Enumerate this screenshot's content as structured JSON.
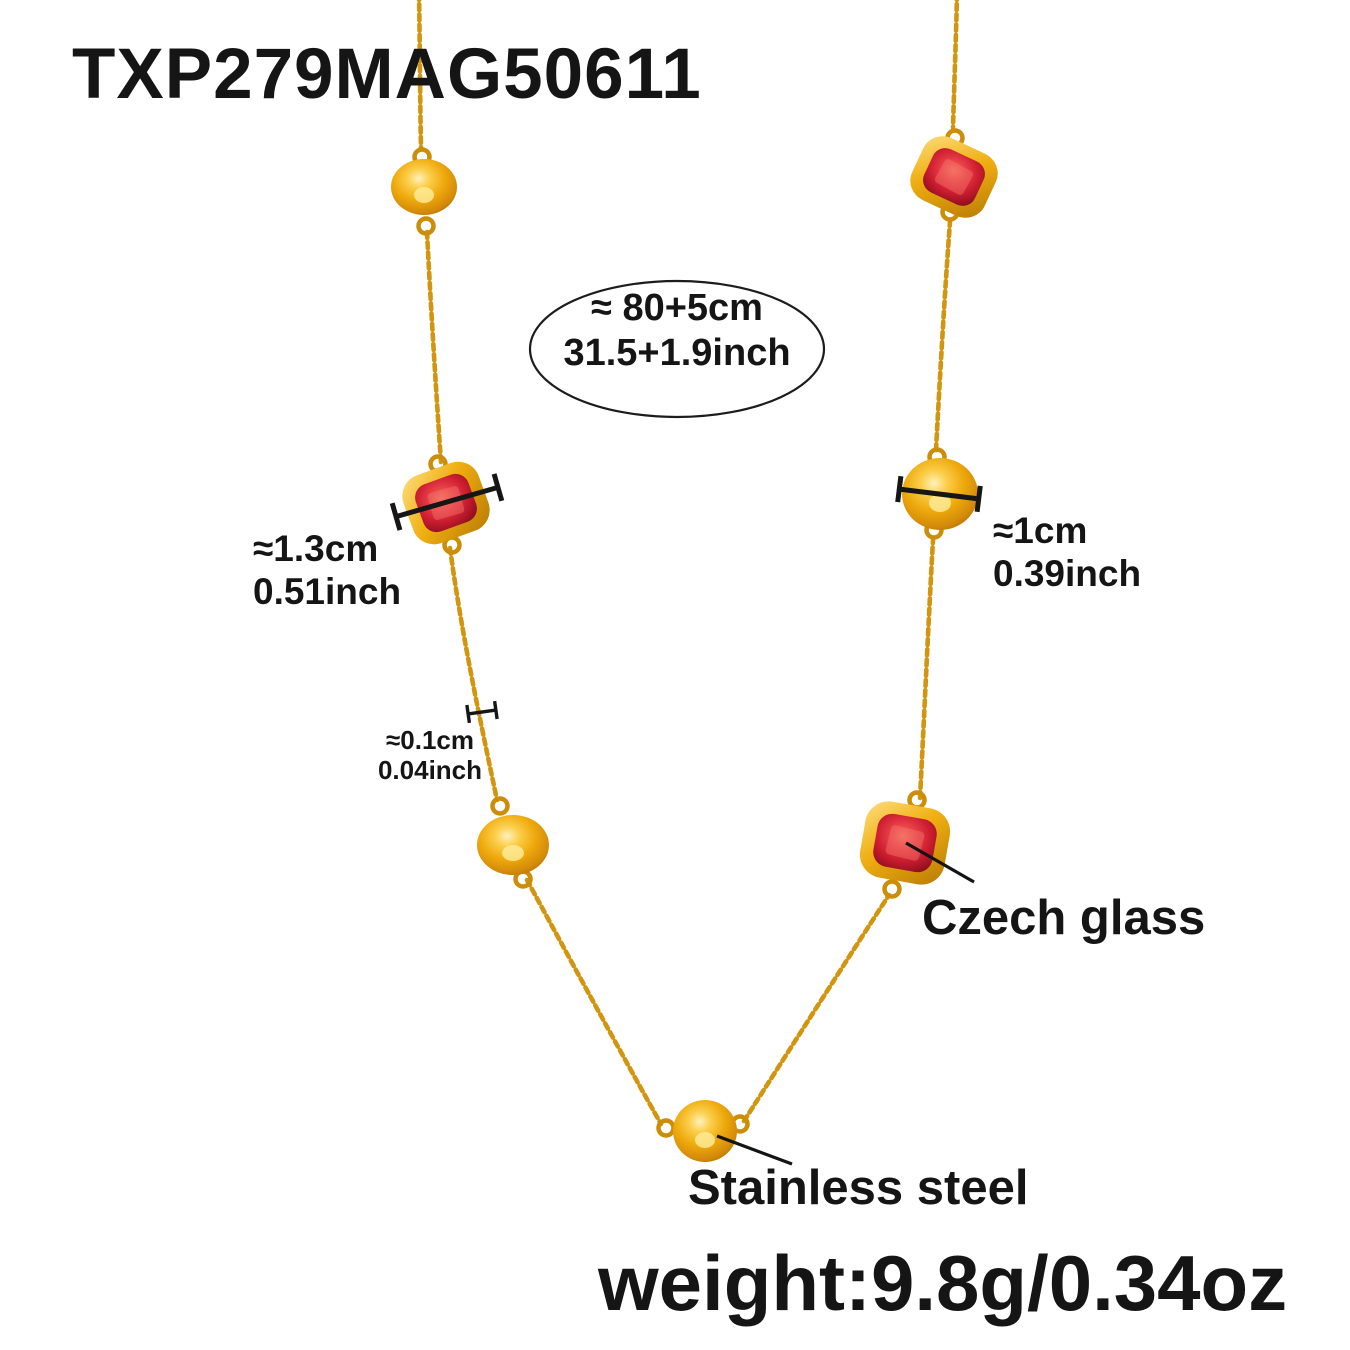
{
  "product": {
    "code": "TXP279MAG50611",
    "weight_label": "weight:9.8g/0.34oz"
  },
  "annotations": {
    "total_length": {
      "line1": "≈ 80+5cm",
      "line2": "31.5+1.9inch"
    },
    "red_bead_size": {
      "line1": "≈1.3cm",
      "line2": "0.51inch"
    },
    "gold_ball_size": {
      "line1": "≈1cm",
      "line2": "0.39inch"
    },
    "chain_thickness": {
      "line1": "≈0.1cm",
      "line2": "0.04inch"
    },
    "material_glass": "Czech glass",
    "material_steel": "Stainless steel"
  },
  "colors": {
    "background": "#FFFFFF",
    "chain_gold": "#D2950F",
    "gold": "#E2A40F",
    "gold_dark": "#9E6603",
    "gold_highlight": "#FFF1BE",
    "glass_red": "#CE1E31",
    "glass_red_dark": "#8E0E1E",
    "annotation_text": "#151515"
  }
}
